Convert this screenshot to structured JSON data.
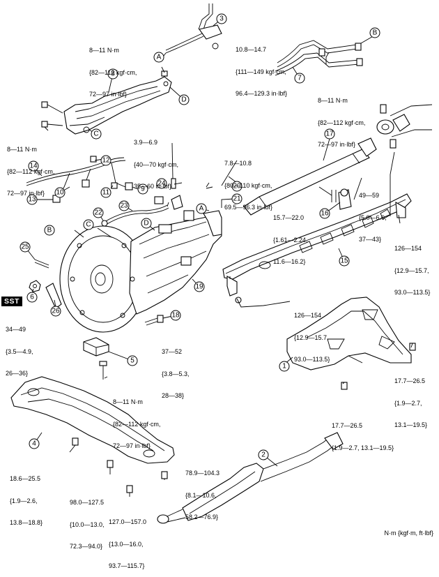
{
  "torques": [
    {
      "id": "t1",
      "lines": [
        "8—11 N·m",
        "{82—112 kgf·cm,",
        "72—97 in·lbf}"
      ]
    },
    {
      "id": "t2",
      "lines": [
        "10.8—14.7",
        "{111—149 kgf·cm,",
        "96.4—129.3 in·lbf}"
      ]
    },
    {
      "id": "t3",
      "lines": [
        "8—11 N·m",
        "{82—112 kgf·cm,",
        "72—97 in·lbf}"
      ]
    },
    {
      "id": "t4",
      "lines": [
        "8—11 N·m",
        "{82—112 kgf·cm,",
        "72—97 in·lbf}"
      ]
    },
    {
      "id": "t5",
      "lines": [
        "3.9—6.9",
        "{40—70 kgf·cm,",
        "35—60 in·lbf}"
      ]
    },
    {
      "id": "t6",
      "lines": [
        "7.8—10.8",
        "{80—110 kgf·cm,",
        "69.5—96.3 in·lbf}"
      ]
    },
    {
      "id": "t7",
      "lines": [
        "49—59",
        "{5.0—6.0,",
        "37—43}"
      ]
    },
    {
      "id": "t8",
      "lines": [
        "15.7—22.0",
        "{1.61—2.24,",
        "11.6—16.2}"
      ]
    },
    {
      "id": "t9",
      "lines": [
        "126—154",
        "{12.9—15.7,",
        "93.0—113.5}"
      ]
    },
    {
      "id": "t10",
      "lines": [
        "126—154",
        "{12.9—15.7,",
        "93.0—113.5}"
      ]
    },
    {
      "id": "t11",
      "lines": [
        "34—49",
        "{3.5—4.9,",
        "26—36}"
      ]
    },
    {
      "id": "t12",
      "lines": [
        "37—52",
        "{3.8—5.3,",
        "28—38}"
      ]
    },
    {
      "id": "t13",
      "lines": [
        "17.7—26.5",
        "{1.9—2.7,",
        "13.1—19.5}"
      ]
    },
    {
      "id": "t14",
      "lines": [
        "17.7—26.5",
        "{1.9—2.7, 13.1—19.5}"
      ]
    },
    {
      "id": "t15",
      "lines": [
        "8—11 N·m",
        "{82—112 kgf·cm,",
        "72—97 in·lbf}"
      ]
    },
    {
      "id": "t16",
      "lines": [
        "18.6—25.5",
        "{1.9—2.6,",
        "13.8—18.8}"
      ]
    },
    {
      "id": "t17",
      "lines": [
        "78.9—104.3",
        "{8.1—10.6,",
        "58.2—76.9}"
      ]
    },
    {
      "id": "t18",
      "lines": [
        "98.0—127.5",
        "{10.0—13.0,",
        "72.3—94.0}"
      ]
    },
    {
      "id": "t19",
      "lines": [
        "127.0—157.0",
        "{13.0—16.0,",
        "93.7—115.7}"
      ]
    }
  ],
  "callouts": [
    "1",
    "2",
    "3",
    "4",
    "5",
    "6",
    "7",
    "8",
    "9",
    "10",
    "11",
    "12",
    "13",
    "14",
    "15",
    "16",
    "17",
    "18",
    "19",
    "20",
    "21",
    "22",
    "23",
    "24",
    "25",
    "26"
  ],
  "letters": [
    "A",
    "A",
    "B",
    "B",
    "C",
    "C",
    "D",
    "D"
  ],
  "sst_label": "SST",
  "unit_label": "N·m {kgf·m, ft·lbf}"
}
